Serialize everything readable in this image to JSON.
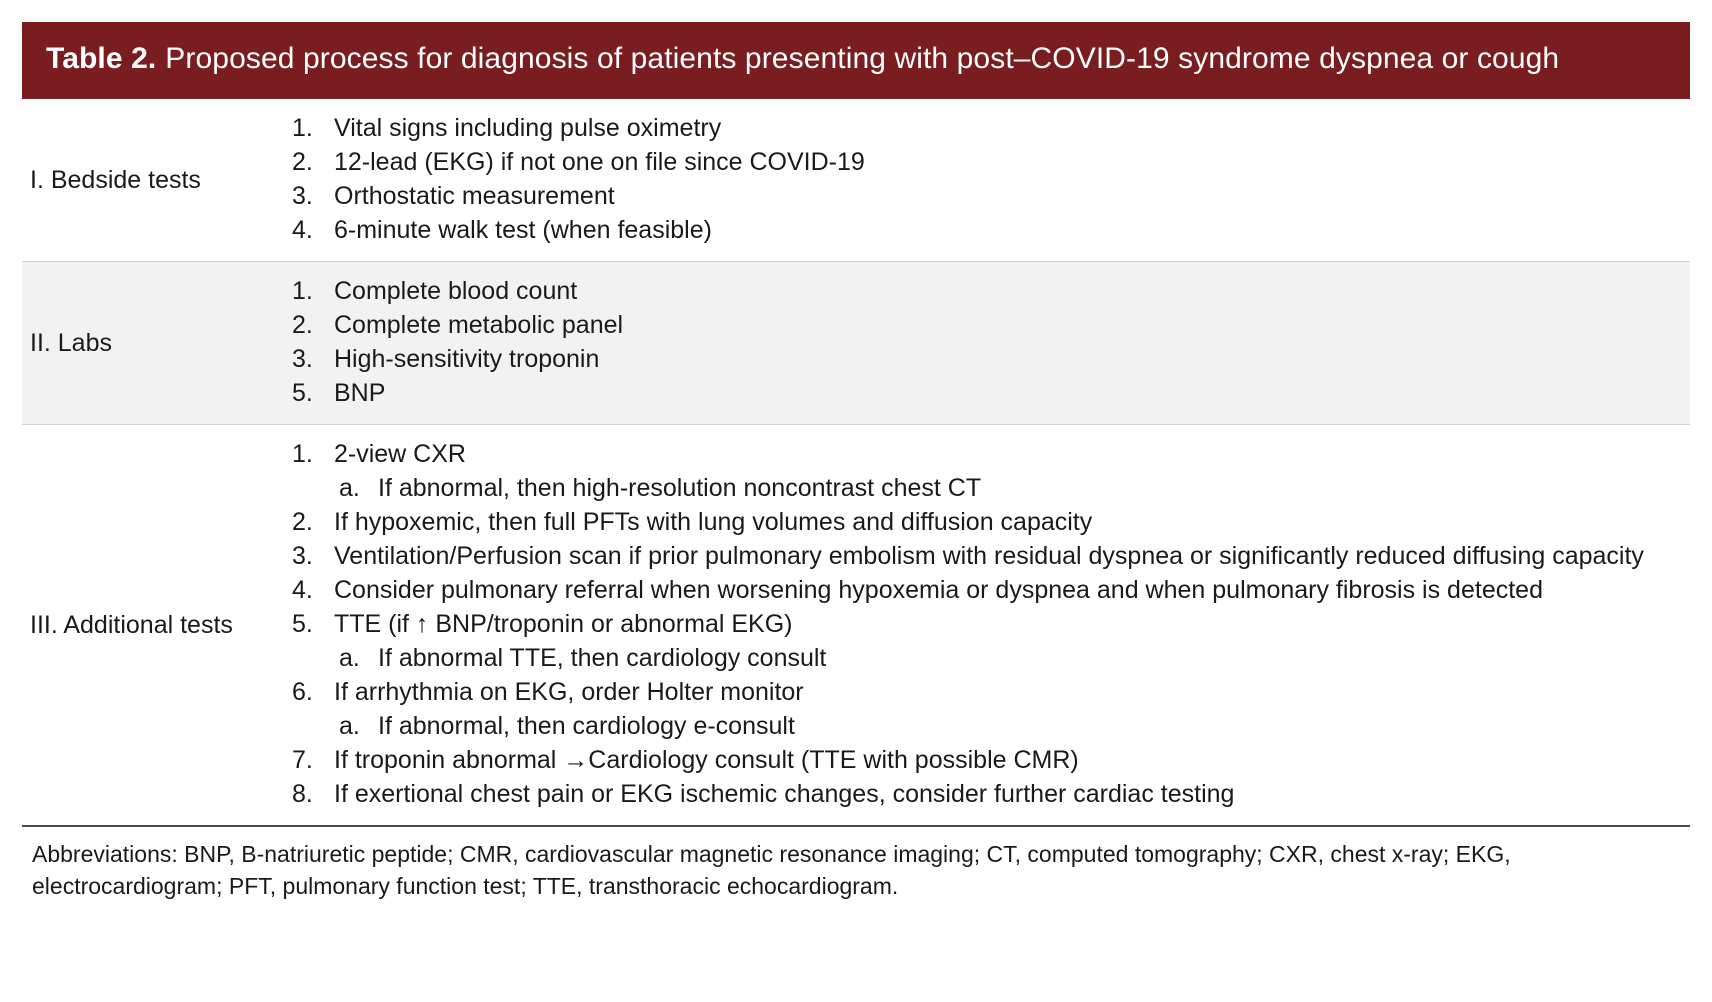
{
  "table": {
    "label": "Table 2.",
    "caption": "Proposed process for diagnosis of patients presenting with post–COVID-19 syndrome dyspnea or cough",
    "header_bg": "#7a1d20",
    "shaded_row_bg": "#f2f2f2",
    "rows": [
      {
        "category": "I. Bedside tests",
        "shaded": false,
        "items": [
          {
            "marker": "1.",
            "level": 1,
            "text": "Vital signs including pulse oximetry"
          },
          {
            "marker": "2.",
            "level": 1,
            "text": "12-lead (EKG) if not one on file since COVID-19"
          },
          {
            "marker": "3.",
            "level": 1,
            "text": "Orthostatic measurement"
          },
          {
            "marker": "4.",
            "level": 1,
            "text": "6-minute walk test (when feasible)"
          }
        ]
      },
      {
        "category": "II. Labs",
        "shaded": true,
        "items": [
          {
            "marker": "1.",
            "level": 1,
            "text": "Complete blood count"
          },
          {
            "marker": "2.",
            "level": 1,
            "text": "Complete metabolic panel"
          },
          {
            "marker": "3.",
            "level": 1,
            "text": "High-sensitivity troponin"
          },
          {
            "marker": "5.",
            "level": 1,
            "text": "BNP"
          }
        ]
      },
      {
        "category": "III. Additional tests",
        "shaded": false,
        "items": [
          {
            "marker": "1.",
            "level": 1,
            "text": "2-view CXR"
          },
          {
            "marker": "a.",
            "level": 2,
            "text": "If abnormal, then high-resolution noncontrast chest CT"
          },
          {
            "marker": "2.",
            "level": 1,
            "text": "If hypoxemic, then full PFTs with lung volumes and diffusion capacity"
          },
          {
            "marker": "3.",
            "level": 1,
            "text": "Ventilation/Perfusion scan if prior pulmonary embolism with residual dyspnea or significantly reduced diffusing capacity"
          },
          {
            "marker": "4.",
            "level": 1,
            "text": "Consider pulmonary referral when worsening hypoxemia or dyspnea and when pulmonary fibrosis is detected"
          },
          {
            "marker": "5.",
            "level": 1,
            "text": "TTE (if ↑ BNP/troponin or abnormal EKG)"
          },
          {
            "marker": "a.",
            "level": 2,
            "text": "If abnormal TTE, then cardiology consult"
          },
          {
            "marker": "6.",
            "level": 1,
            "text": "If arrhythmia on EKG, order Holter monitor"
          },
          {
            "marker": "a.",
            "level": 2,
            "text": "If abnormal, then cardiology e-consult"
          },
          {
            "marker": "7.",
            "level": 1,
            "text": "If troponin abnormal →Cardiology consult (TTE with possible CMR)"
          },
          {
            "marker": "8.",
            "level": 1,
            "text": "If exertional chest pain or EKG ischemic changes, consider further cardiac testing"
          }
        ]
      }
    ],
    "footnote": "Abbreviations: BNP, B-natriuretic peptide; CMR, cardiovascular magnetic resonance imaging; CT, computed tomography; CXR, chest x-ray; EKG, electrocardiogram; PFT, pulmonary function test; TTE, transthoracic echocardiogram."
  }
}
